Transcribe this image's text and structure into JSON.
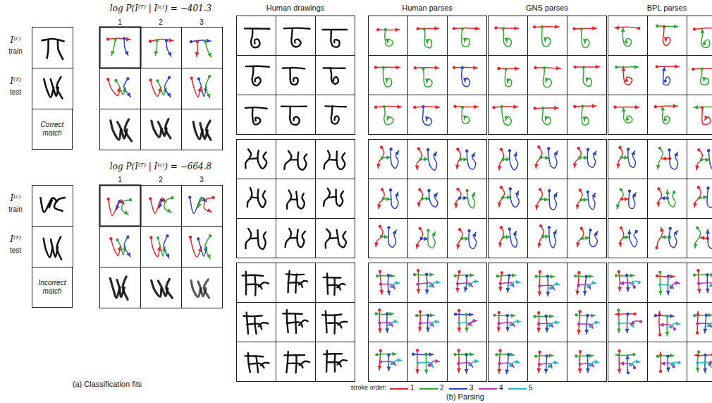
{
  "diagram": {
    "nodes": [
      {
        "text": [
          "Correct match"
        ]
      },
      {
        "text": [
          "Incorrect match"
        ]
      }
    ],
    "labels": [
      "log P(I⁽ᵀ⁾ | I⁽ᶜ⁾) = −401.3",
      "1",
      "2",
      "3",
      "I⁽ᶜ⁾",
      "train",
      "I⁽ᵀ⁾",
      "test",
      "log P(I⁽ᵀ⁾ | I⁽ᶜ⁾) = −664.8",
      "1",
      "2",
      "3",
      "I⁽ᶜ⁾",
      "train",
      "I⁽ᵀ⁾",
      "test",
      "(a) Classification fits",
      "Human drawings",
      "Human parses",
      "GNS parses",
      "BPL parses",
      "stroke order:",
      "(b) Parsing"
    ],
    "legend": [
      {
        "text": "1",
        "color": "#e8262a"
      },
      {
        "text": "2",
        "color": "#35a635"
      },
      {
        "text": "3",
        "color": "#2b47c2"
      },
      {
        "text": "4",
        "color": "#b236ad"
      },
      {
        "text": "5",
        "color": "#2bb5c6"
      }
    ]
  }
}
